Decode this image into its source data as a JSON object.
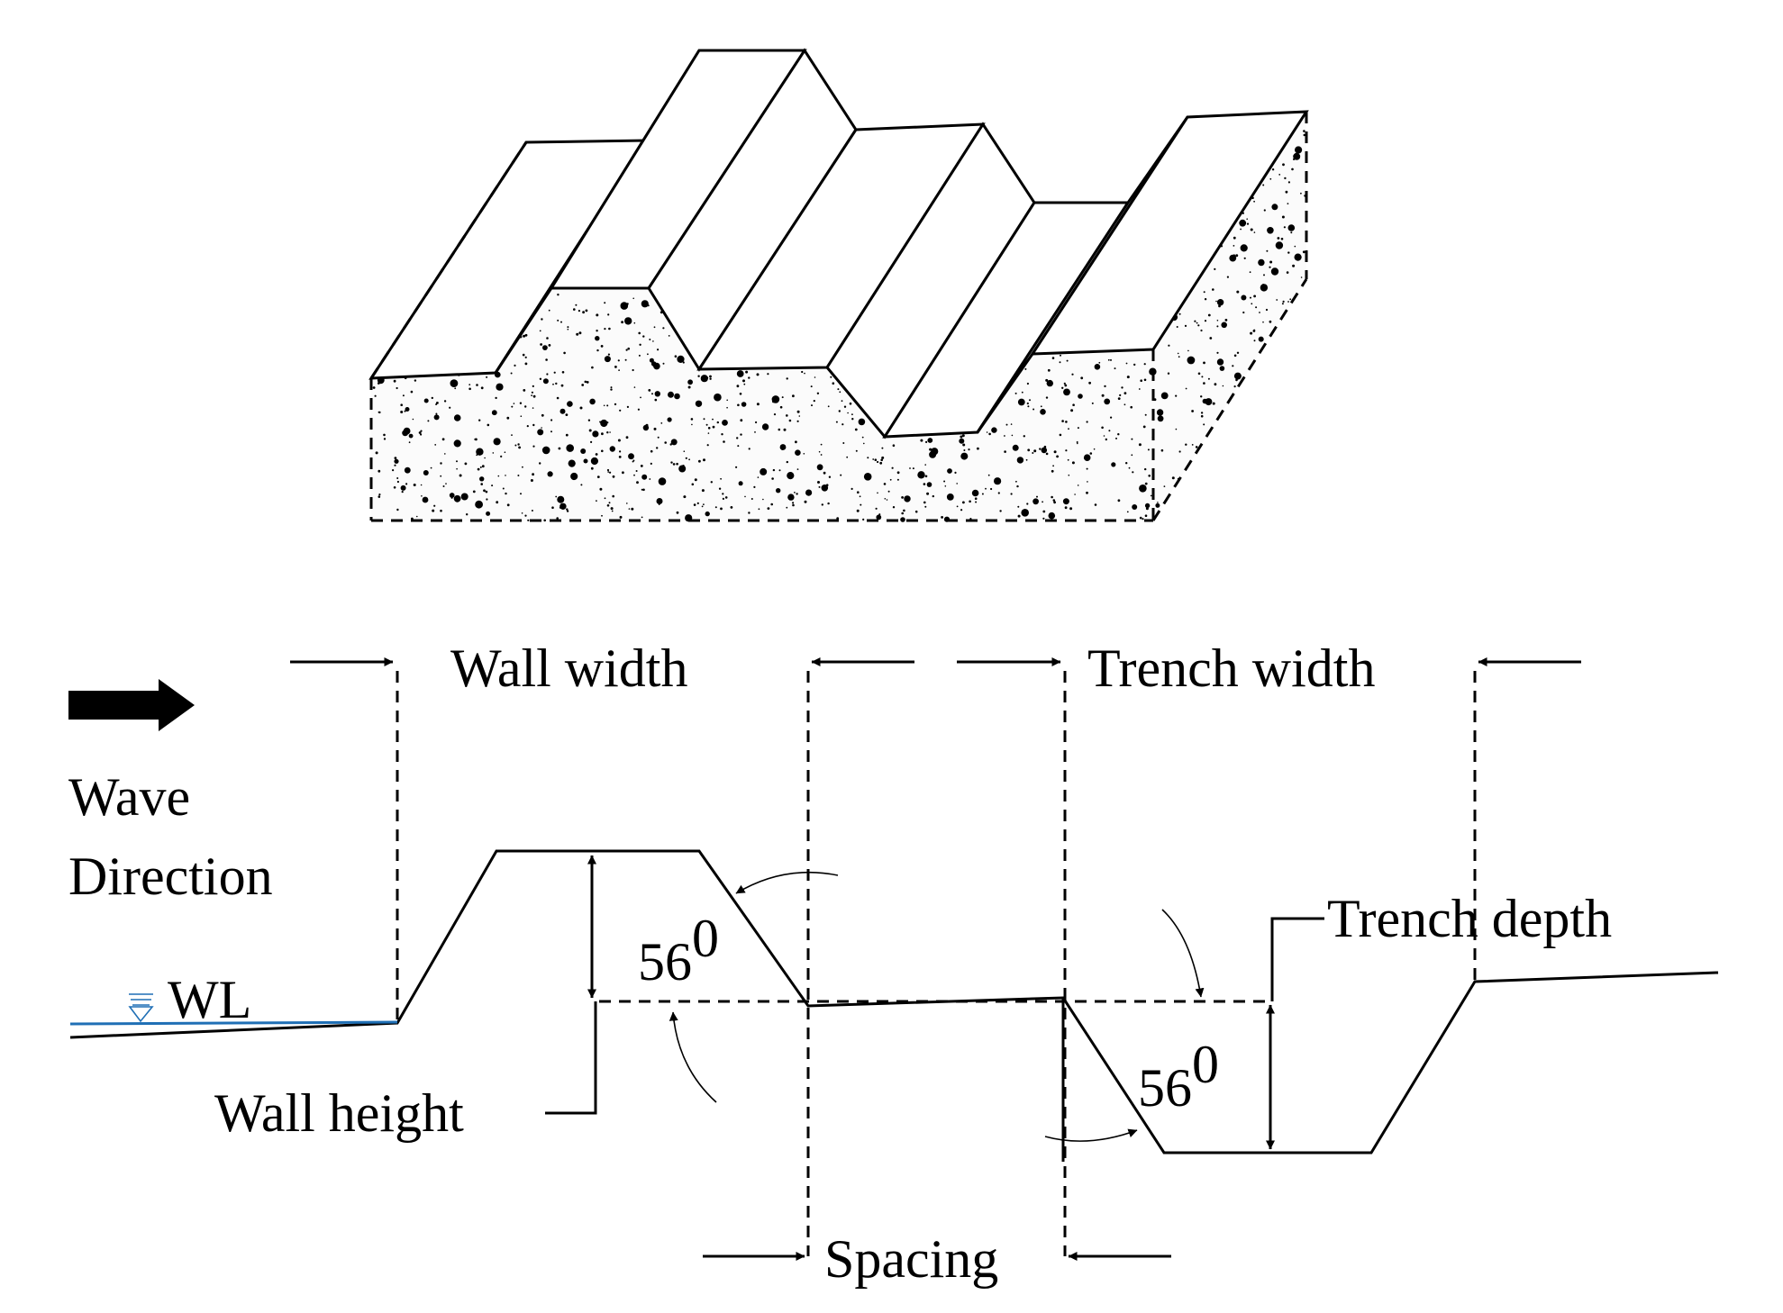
{
  "labels": {
    "wall_width": "Wall width",
    "trench_width": "Trench width",
    "wave": "Wave",
    "direction": "Direction",
    "water_level": "WL",
    "wall_height": "Wall height",
    "trench_depth": "Trench depth",
    "spacing": "Spacing",
    "angle_value": "56",
    "angle_unit": "0"
  },
  "colors": {
    "line": "#000000",
    "water_line": "#1f6fb5",
    "background": "#ffffff"
  }
}
